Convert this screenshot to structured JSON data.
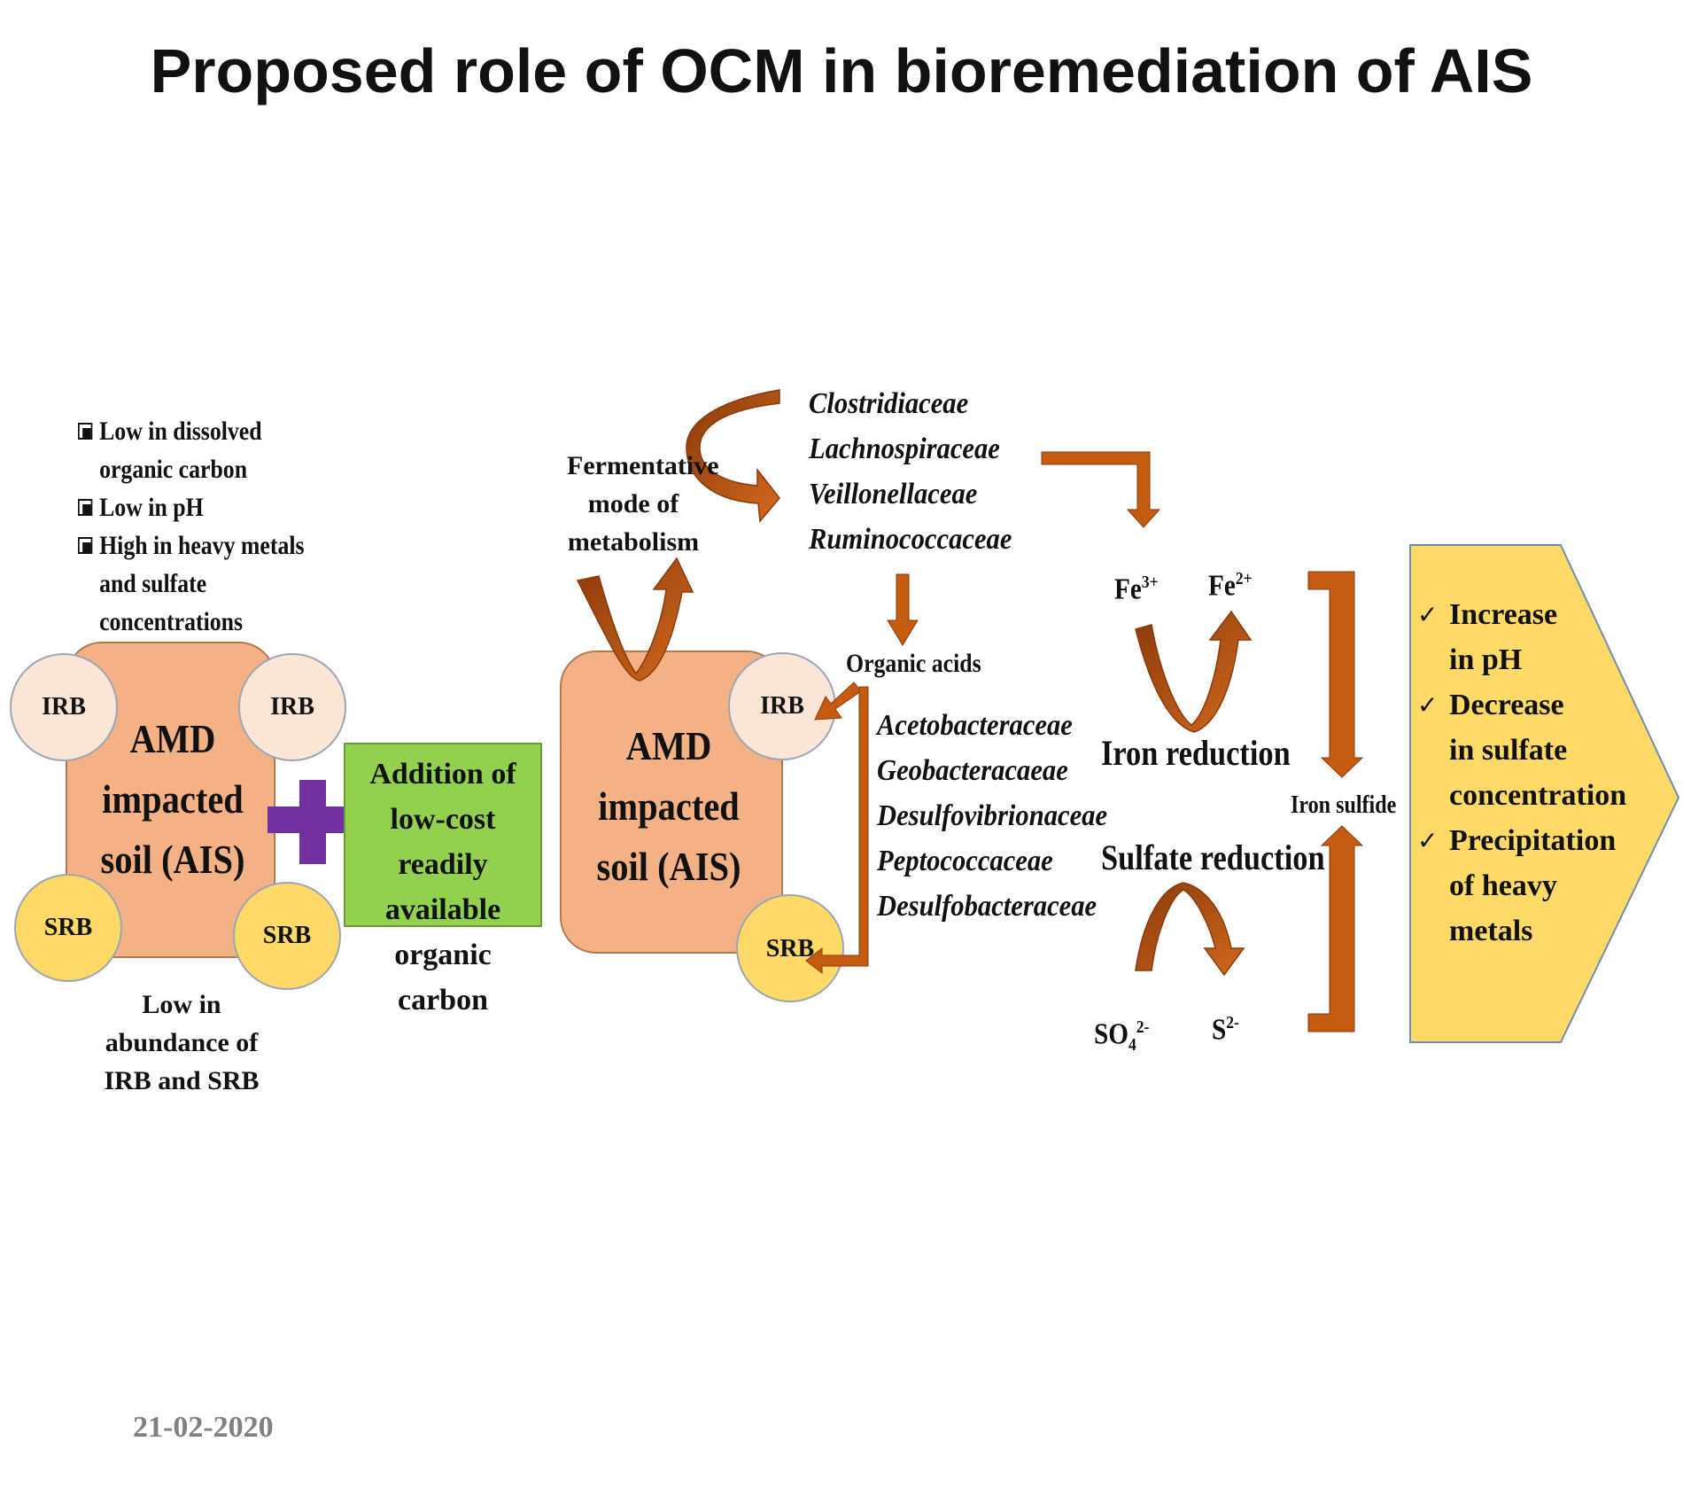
{
  "title": "Proposed role of OCM in bioremediation of AIS",
  "left_conditions": [
    "Low in dissolved organic carbon",
    "Low in pH",
    "High in heavy metals and sulfate concentrations"
  ],
  "left_box": {
    "label": "AMD impacted soil (AIS)",
    "irb": "IRB",
    "srb": "SRB"
  },
  "left_footer": "Low in abundance of IRB and SRB",
  "addition_box": "Addition of low-cost readily available organic carbon",
  "middle_box": {
    "label": "AMD impacted soil (AIS)",
    "irb": "IRB",
    "srb": "SRB"
  },
  "fermentative_label": "Fermentative mode of metabolism",
  "fermenters": [
    "Clostridiaceae",
    "Lachnospiraceae",
    "Veillonellaceae",
    "Ruminococcaceae"
  ],
  "organic_acids_label": "Organic acids",
  "reducers": [
    "Acetobacteraceae",
    "Geobacteracaeae",
    "Desulfovibrionaceae",
    "Peptococcaceae",
    "Desulfobacteraceae"
  ],
  "iron": {
    "from": "Fe",
    "from_charge": "3+",
    "to": "Fe",
    "to_charge": "2+",
    "label": "Iron reduction"
  },
  "sulfate": {
    "label": "Sulfate reduction",
    "from": "SO",
    "from_sub": "4",
    "from_charge": "2-",
    "to": "S",
    "to_charge": "2-"
  },
  "iron_sulfide_label": "Iron sulfide",
  "outcomes": [
    "Increase in pH",
    "Decrease in sulfate concentration",
    "Precipitation of heavy metals"
  ],
  "date": "21-02-2020",
  "colors": {
    "soil": "#f4b183",
    "irb": "#fbe5d6",
    "srb": "#ffd966",
    "green": "#92d050",
    "plus": "#7030a0",
    "arrow": "#c55a11",
    "yellow": "#ffd966"
  }
}
